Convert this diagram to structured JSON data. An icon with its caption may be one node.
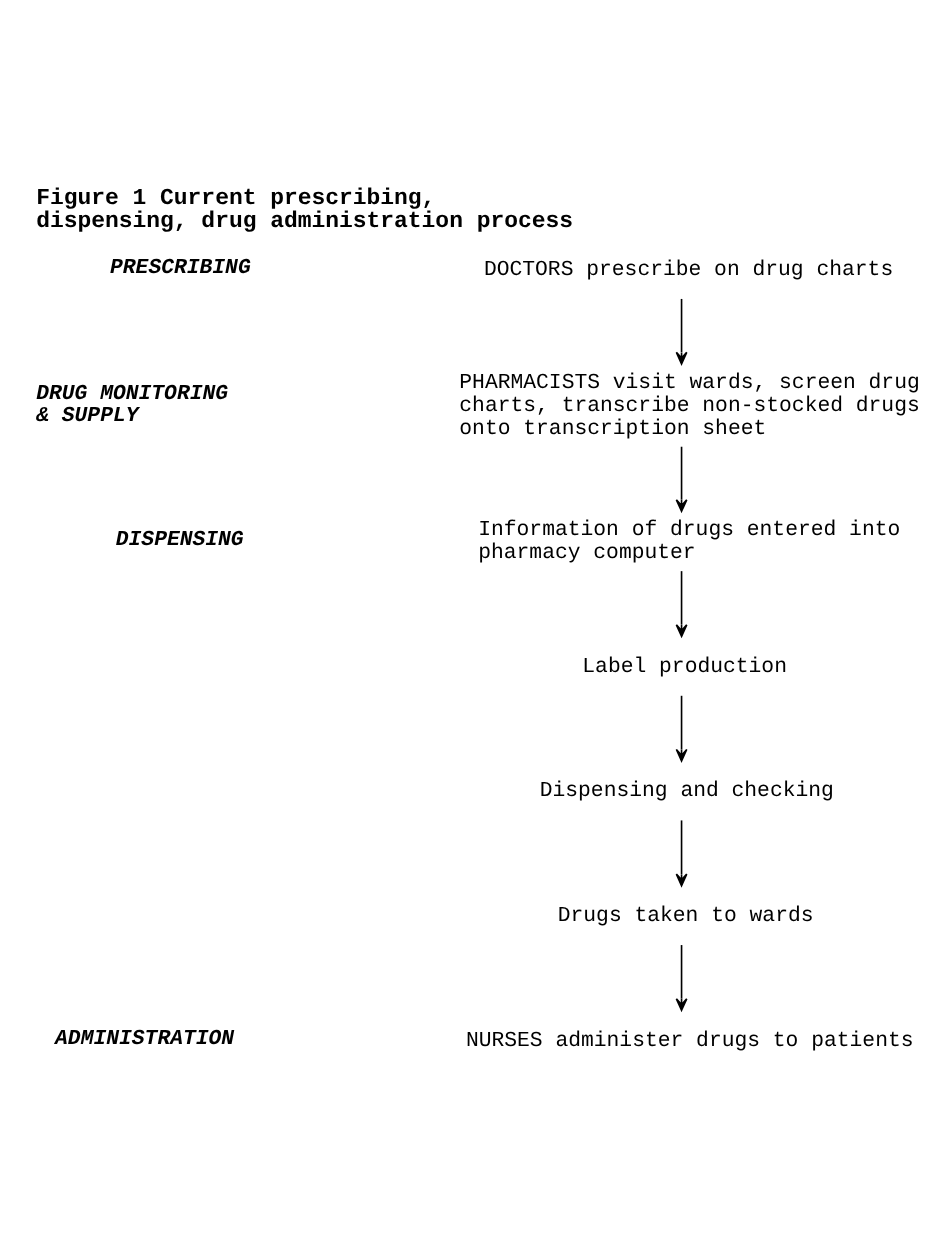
{
  "diagram": {
    "title": "Figure 1 Current prescribing, dispensing, drug administration process",
    "nodes": [
      {
        "text": [
          "DOCTORS prescribe on drug charts"
        ]
      },
      {
        "text": [
          "PHARMACISTS visit wards, screen drug charts, transcribe non-stocked drugs onto transcription sheet"
        ]
      },
      {
        "text": [
          "Information of drugs entered into pharmacy computer"
        ]
      },
      {
        "text": [
          "Label production"
        ]
      },
      {
        "text": [
          "Dispensing and checking"
        ]
      },
      {
        "text": [
          "Drugs taken to wards"
        ]
      },
      {
        "text": [
          "NURSES administer drugs to patients"
        ]
      }
    ],
    "edges": [
      {
        "from": 0,
        "to": 1,
        "arrow": "to"
      },
      {
        "from": 1,
        "to": 2,
        "arrow": "to"
      },
      {
        "from": 2,
        "to": 3,
        "arrow": "to"
      },
      {
        "from": 3,
        "to": 4,
        "arrow": "to"
      },
      {
        "from": 4,
        "to": 5,
        "arrow": "to"
      },
      {
        "from": 5,
        "to": 6,
        "arrow": "to"
      }
    ],
    "labels": [
      "PRESCRIBING",
      "DRUG MONITORING & SUPPLY",
      "DISPENSING",
      "ADMINISTRATION"
    ]
  }
}
